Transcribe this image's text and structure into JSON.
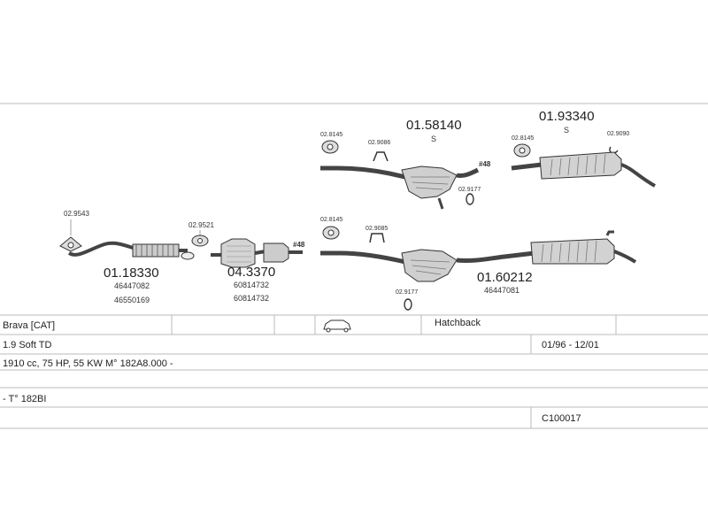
{
  "parts": {
    "mounting_1": {
      "code": "02.9543"
    },
    "front_pipe": {
      "code": "01.18330",
      "oem": [
        "46447082",
        "46550169"
      ]
    },
    "mounting_2": {
      "code": "02.9521"
    },
    "catalyst": {
      "code": "04.3370",
      "oem": [
        "60814732",
        "60814732"
      ],
      "arrow_label": "#48"
    },
    "upper_mid": {
      "code": "01.58140",
      "suffix": "S",
      "arrow_label": "#48"
    },
    "upper_mount_a": {
      "code": "02.8145"
    },
    "upper_mount_b": {
      "code": "02.9086"
    },
    "upper_clamp": {
      "code": "02.9177"
    },
    "upper_rear": {
      "code": "01.93340",
      "suffix": "S"
    },
    "upper_rear_mount_a": {
      "code": "02.8145"
    },
    "upper_rear_mount_b": {
      "code": "02.9090"
    },
    "lower_mount_a": {
      "code": "02.8145"
    },
    "lower_mount_b": {
      "code": "02.9085"
    },
    "lower_clamp": {
      "code": "02.9177"
    },
    "lower_rear": {
      "code": "01.60212",
      "oem": [
        "46447081"
      ]
    }
  },
  "vehicle_table": {
    "model": "Brava [CAT]",
    "body_type": "Hatchback",
    "body_icon": "car-hatchback-icon",
    "engine": "1.9 Soft TD",
    "years": "01/96 - 12/01",
    "spec": "1910 cc, 75 HP, 55 KW M° 182A8.000 -",
    "type_code": "- T° 182BI",
    "catalog_number": "C100017"
  }
}
